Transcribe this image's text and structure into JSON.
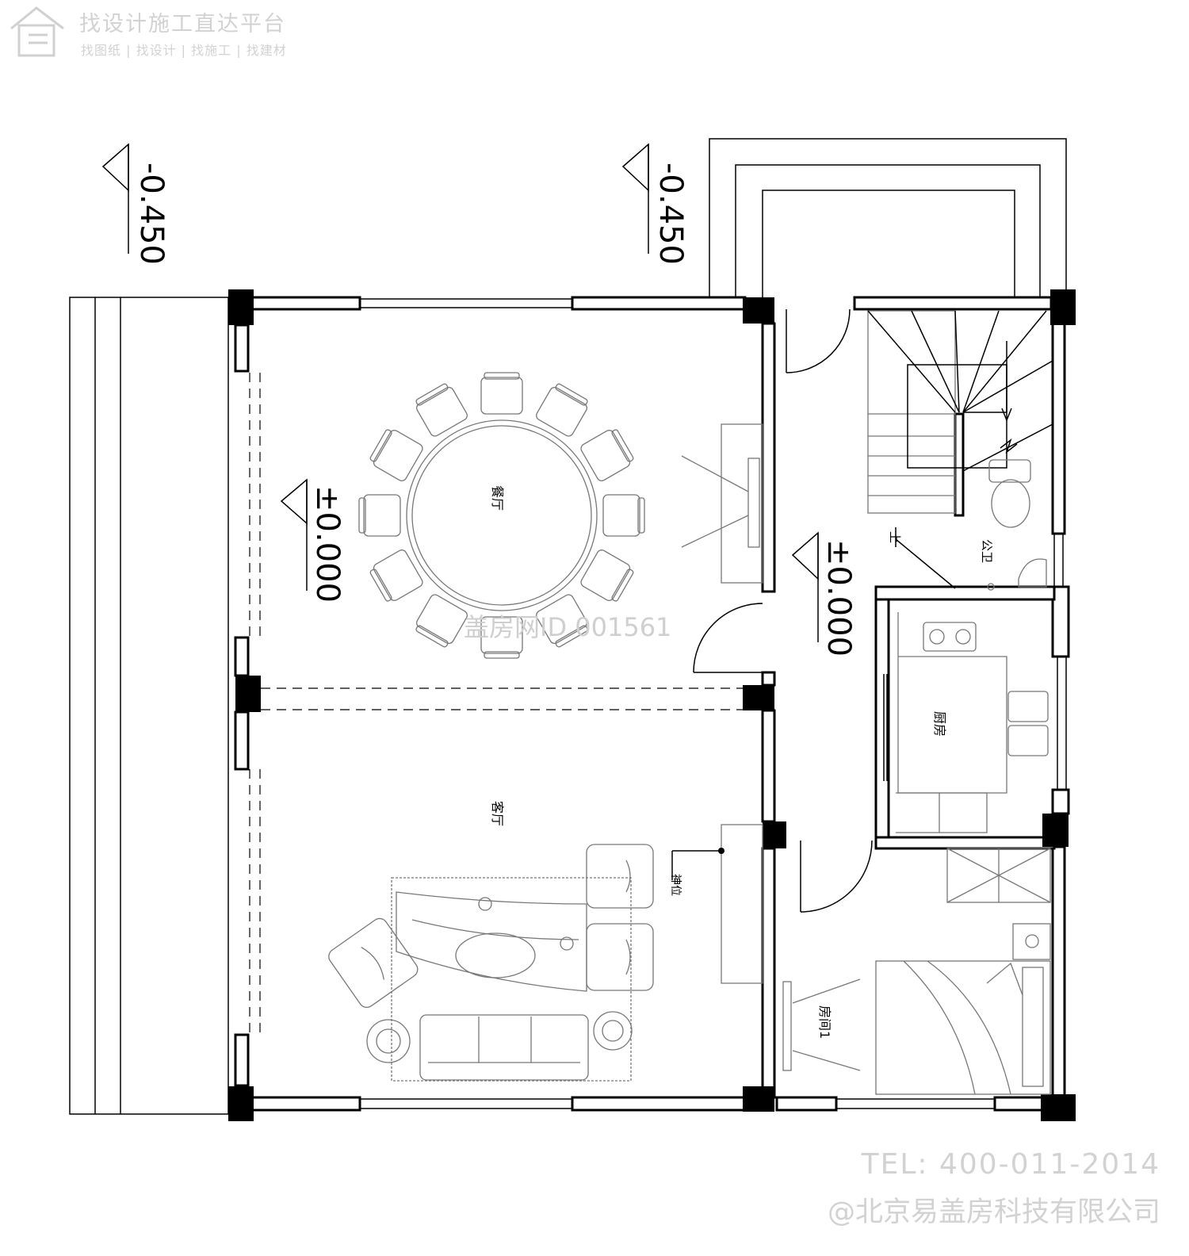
{
  "watermarks": {
    "logo_title": "找设计施工直达平台",
    "logo_subtitle": "找图纸 | 找设计 | 找施工 | 找建材",
    "id_text": "盖房网ID 001561",
    "tel": "TEL: 400-011-2014",
    "company": "@北京易盖房科技有限公司"
  },
  "rooms": {
    "dining": "餐厅",
    "living": "客厅",
    "kitchen": "厨房",
    "bedroom": "房间1",
    "toilet": "公卫",
    "shrine": "神位",
    "stair_up": "上"
  },
  "levels": {
    "outdoor_left": "-0.450",
    "outdoor_right": "-0.450",
    "dining_floor": "±0.000",
    "hall_floor": "±0.000"
  }
}
